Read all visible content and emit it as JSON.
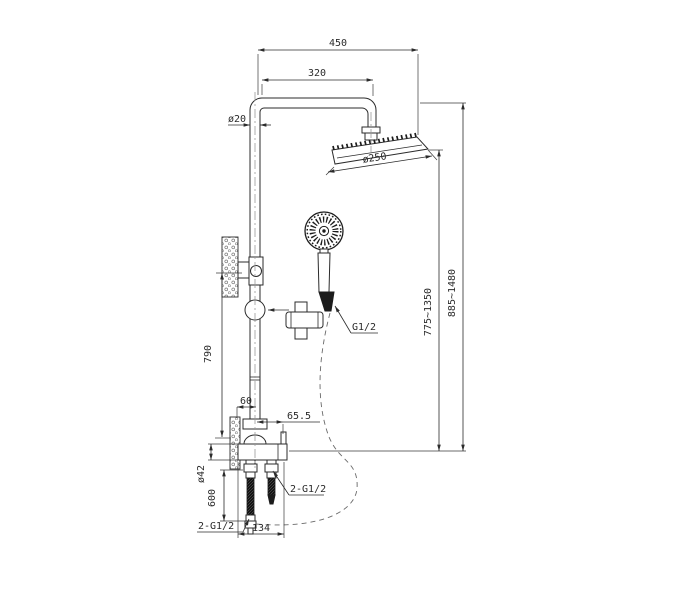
{
  "drawing": {
    "type": "technical-dimension-drawing",
    "subject": "thermostatic shower column with rain head and hand shower",
    "colors": {
      "line": "#2b2b2b",
      "background": "#ffffff"
    },
    "dims": {
      "top_width": "450",
      "arm_reach": "320",
      "pipe_dia": "ø20",
      "head_dia": "ø250",
      "inner_height_range": "775~1350",
      "overall_height_range": "885~1480",
      "hand_shower_thread": "G1/2",
      "riser_length": "790",
      "wall_offset": "60",
      "outlet_offset": "65.5",
      "valve_dia": "ø42",
      "hose_length": "600",
      "inlet_thread": "2-G1/2",
      "outlet_thread": "2-G1/2",
      "valve_width": "134"
    }
  }
}
